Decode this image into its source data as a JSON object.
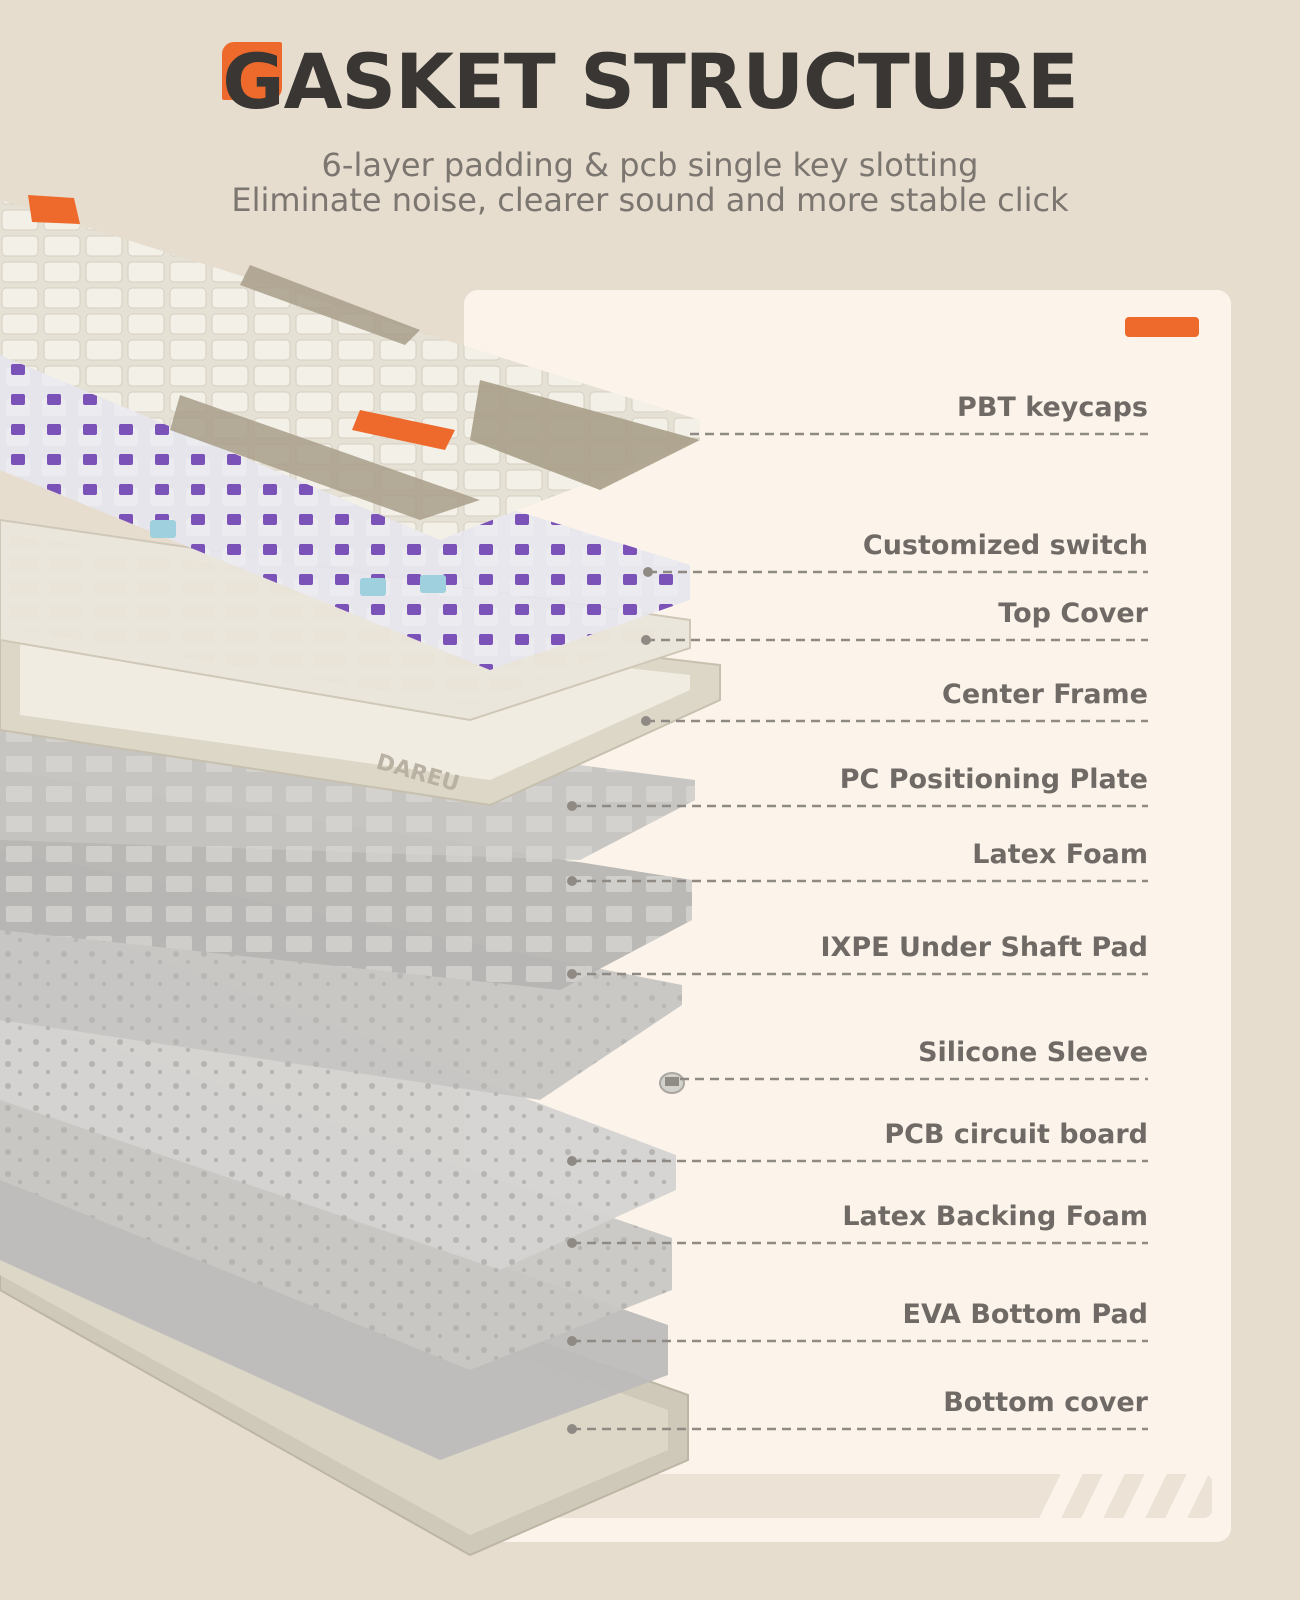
{
  "header": {
    "title": "GASKET STRUCTURE",
    "subtitle_line1": "6-layer padding & pcb single key slotting",
    "subtitle_line2": "Eliminate noise, clearer sound and more stable click"
  },
  "keyboard_brand": "DAREU",
  "layers": [
    {
      "label": "PBT keycaps"
    },
    {
      "label": "Customized switch"
    },
    {
      "label": "Top Cover"
    },
    {
      "label": "Center Frame"
    },
    {
      "label": "PC Positioning Plate"
    },
    {
      "label": "Latex Foam"
    },
    {
      "label": "IXPE Under Shaft Pad"
    },
    {
      "label": "Silicone Sleeve"
    },
    {
      "label": "PCB circuit board"
    },
    {
      "label": "Latex Backing Foam"
    },
    {
      "label": "EVA Bottom Pad"
    },
    {
      "label": "Bottom cover"
    }
  ],
  "colors": {
    "background": "#e6ddcf",
    "panel": "#fcf4ea",
    "accent": "#ee6a2c",
    "title": "#393633",
    "subtitle": "#7c7670",
    "label": "#6f6a65",
    "keycap_light": "#f1ede3",
    "keycap_dark": "#a89e8a",
    "switch_purple": "#7b52b8",
    "switch_blue": "#9fd0de"
  }
}
